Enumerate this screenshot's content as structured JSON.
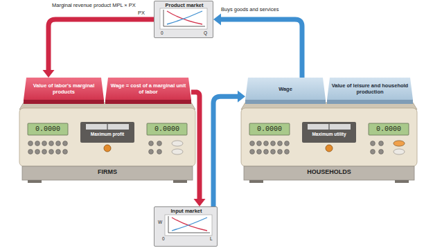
{
  "diagram": {
    "nodes": [
      {
        "text": [
          "Product market",
          "0",
          "Q"
        ]
      },
      {
        "text": [
          "Value of labor's marginal products"
        ]
      },
      {
        "text": [
          "Wage = cost of a marginal unit of labor"
        ]
      },
      {
        "text": [
          "Wage"
        ]
      },
      {
        "text": [
          "Value of leisure and household production"
        ]
      },
      {
        "text": [
          "0.0000",
          "Maximum profit",
          "0.0000",
          "FIRMS"
        ]
      },
      {
        "text": [
          "0.0000",
          "Maximum utility",
          "0.0000",
          "HOUSEHOLDS"
        ]
      },
      {
        "text": [
          "Input market",
          "W",
          "0",
          "L"
        ]
      }
    ],
    "edges": [
      {
        "from": 0,
        "to": 1,
        "label": "Marginal revenue product MPL × PX",
        "arrow": "to"
      },
      {
        "from": 2,
        "to": 7,
        "arrow": "to"
      },
      {
        "from": 7,
        "to": 3,
        "arrow": "to"
      },
      {
        "from": 3,
        "to": 0,
        "label": "Buys goods and services",
        "arrow": "to"
      }
    ],
    "labels": [
      "PX"
    ]
  }
}
